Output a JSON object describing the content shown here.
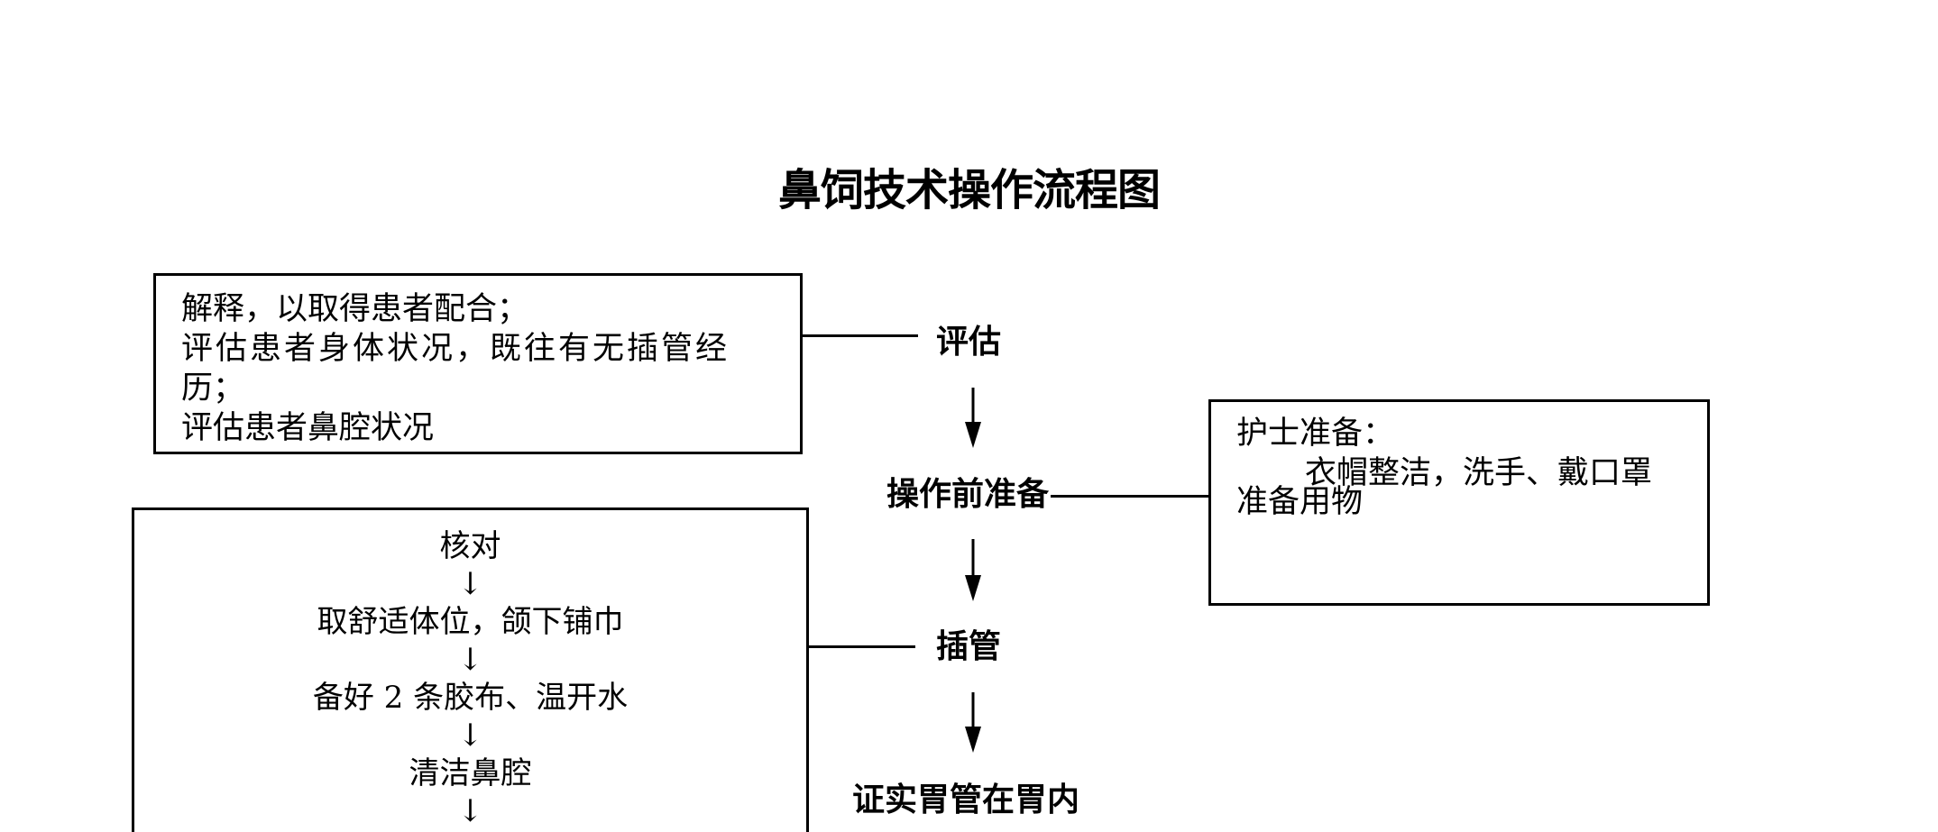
{
  "title": "鼻饲技术操作流程图",
  "nodes": {
    "assess": "评估",
    "prep": "操作前准备",
    "insert": "插管",
    "confirm": "证实胃管在胃内"
  },
  "assess_box": {
    "line1": "解释，以取得患者配合；",
    "line2": "评估患者身体状况，既往有无插管经",
    "line3": "历；",
    "line4": "评估患者鼻腔状况"
  },
  "nurse_box": {
    "line1": "护士准备：",
    "line2": "衣帽整洁，洗手、戴口罩",
    "line3": "准备用物"
  },
  "insert_steps": {
    "s1": "核对",
    "s2": "取舒适体位，颌下铺巾",
    "s3": "备好 2 条胶布、温开水",
    "s4": "清洁鼻腔",
    "arrow": "↓"
  }
}
